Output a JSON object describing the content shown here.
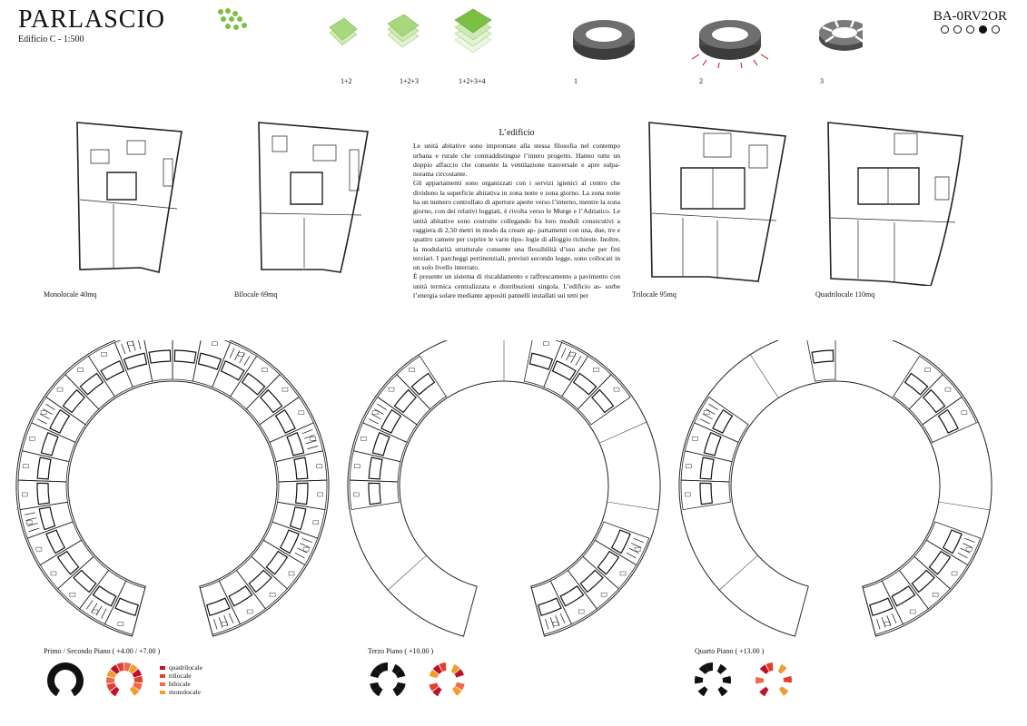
{
  "header": {
    "title": "PARLASCIO",
    "subtitle": "Edificio C  -    1:500",
    "code": "BA-0RV2OR",
    "page_dots": {
      "count": 5,
      "active_index": 3
    }
  },
  "colors": {
    "green_dark": "#7cc043",
    "green_light": "#cfe8b6",
    "accent": "#d0021b",
    "quadrilocale": "#c0112b",
    "trilocale": "#e0402e",
    "bilocale": "#ef6a4a",
    "monolocale": "#f29c2c"
  },
  "phases": {
    "stack_labels": [
      "1+2",
      "1+2+3",
      "1+2+3+4"
    ],
    "ring_labels": [
      "1",
      "2",
      "3"
    ]
  },
  "apartments": [
    {
      "label": "Monolocale  40mq"
    },
    {
      "label": "BIlocale  69mq"
    },
    {
      "label": "Trilocale  95mq"
    },
    {
      "label": "Quadrilocale  110mq"
    }
  ],
  "description": {
    "heading": "L’edificio",
    "paragraphs": [
      "Le unità abitative sono improntate alla stessa filosofia nel contempo urbana e rurale che contraddistingue l’intero progetto. Hanno tutte un doppio affaccio che consente la ventilazione trasversale e apre sulpa- norama circostante.",
      "Gli appartamenti sono organizzati con i servizi igienici al centro che dividono la superficie abitativa in zona notte e zona giorno. La zona notte ha un numero controllato di aperture aperte verso l’interno, mentre la zona giorno, con dei relativi loggiati, è rivolta verso le Murge e l’Adriatico. Le unità abitative sono costruite collegando fra loro moduli consecutivi a raggiera di 2,50 metri in modo da creare ap- partamenti con una, due, tre e quattro camere per coprire le varie tipo- logie di alloggio richieste. Inoltre, la modularità strutturale consente una flessibilità d’uso anche per fini terziari. I parcheggi pertinenziali, previsti secondo legge, sono collocati in un solo livello interrato.",
      "È presente un sistema di riscaldamento e raffrescamento a pavimento con unità termica centralizzata e distribuzioni singola. L’edificio as- sorbe l’energia solare mediante appositi pannelli installati sui tetti per"
    ]
  },
  "floors": [
    {
      "label": "Primo / Secondo Piano   ( +4.00 / +7.00 )"
    },
    {
      "label": "Terzo Piano   ( +10.00 )"
    },
    {
      "label": "Quarto Piano   ( +13.00 )"
    }
  ],
  "legend": [
    {
      "label": "quadrilocale",
      "color": "#c0112b"
    },
    {
      "label": "trilocale",
      "color": "#e0402e"
    },
    {
      "label": "bilocale",
      "color": "#ef6a4a"
    },
    {
      "label": "monolocale",
      "color": "#f29c2c"
    }
  ]
}
